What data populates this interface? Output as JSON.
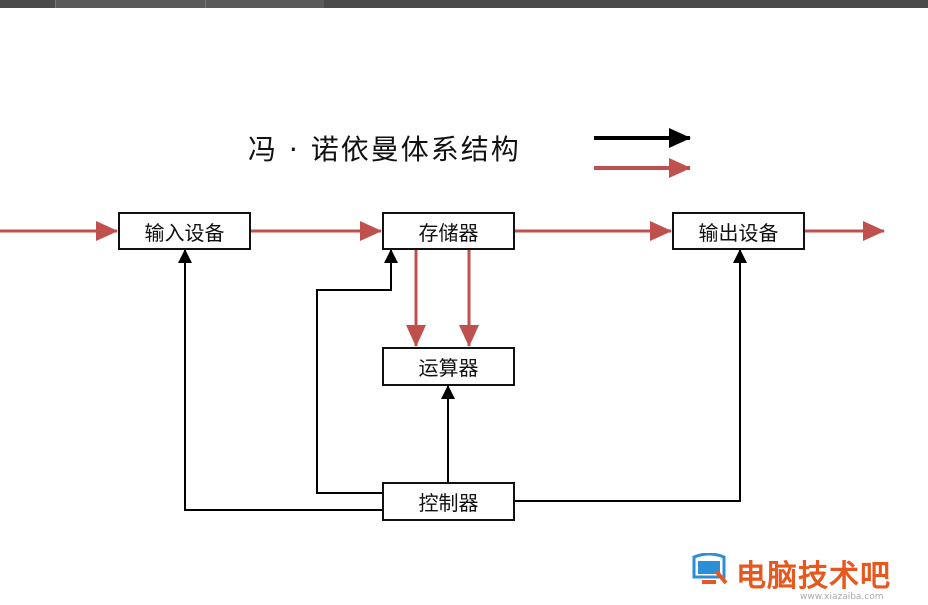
{
  "title": "冯 · 诺依曼体系结构",
  "nodes": {
    "input": "输入设备",
    "memory": "存储器",
    "output": "输出设备",
    "alu": "运算器",
    "control": "控制器"
  },
  "legend": [
    {
      "color": "#000000",
      "meaning_shown": ""
    },
    {
      "color": "#c0504d",
      "meaning_shown": ""
    }
  ],
  "colors": {
    "data_flow": "#c0504d",
    "control_flow": "#000000",
    "watermark": "#e8571e"
  },
  "watermark": {
    "icon": "computer-wrench-icon",
    "text": "电脑技术吧",
    "url": "www.xiazaiba.com"
  }
}
